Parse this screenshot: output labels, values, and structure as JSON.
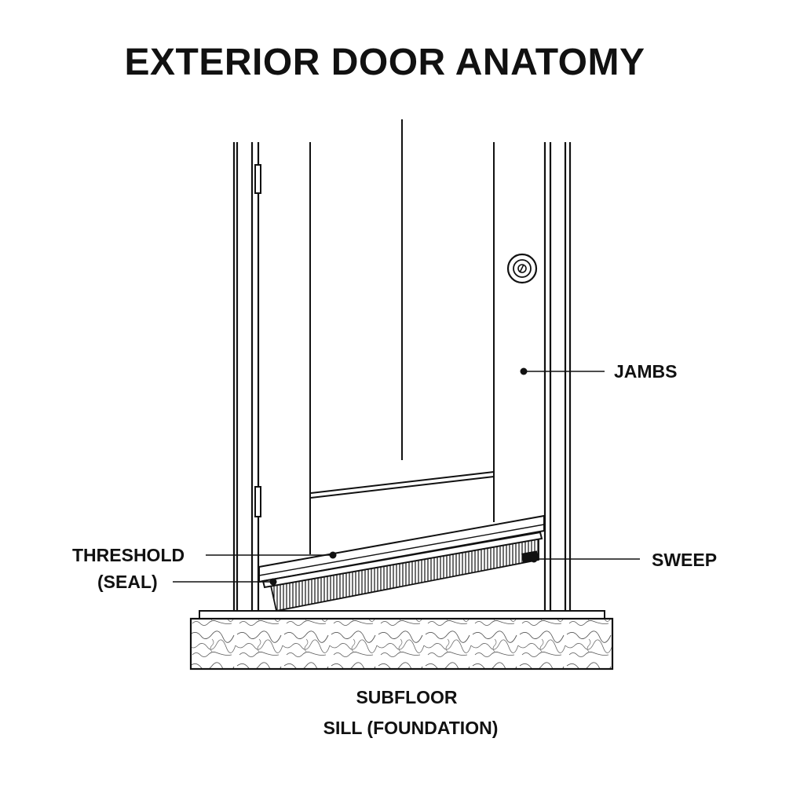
{
  "title": "EXTERIOR DOOR ANATOMY",
  "labels": {
    "jambs": "JAMBS",
    "threshold": "THRESHOLD",
    "seal": "(SEAL)",
    "sweep": "SWEEP",
    "subfloor": "SUBFLOOR",
    "sill": "SILL (FOUNDATION)"
  },
  "colors": {
    "ink": "#111111",
    "background": "#ffffff"
  }
}
